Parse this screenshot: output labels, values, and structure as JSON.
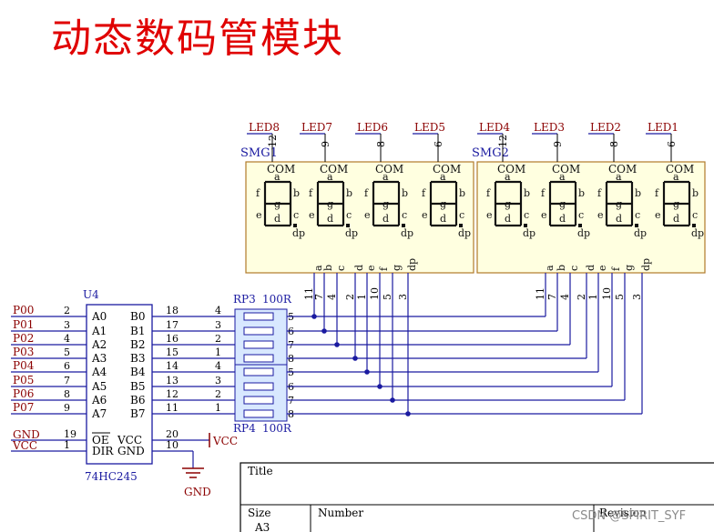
{
  "title": "动态数码管模块",
  "watermark": "CSDN @SPIRIT_SYF",
  "colors": {
    "title": "#e00000",
    "wire": "#1a1aa0",
    "pin": "#000000",
    "net_label": "#8b0000",
    "display_fill": "#ffffe0",
    "display_border": "#b07a2a",
    "resnet_fill": "#d8e8ff"
  },
  "displays": [
    {
      "ref": "SMG1",
      "led_labels": [
        "LED8",
        "LED7",
        "LED6",
        "LED5"
      ],
      "com_pins": [
        "12",
        "9",
        "8",
        "6"
      ],
      "com_label": "COM",
      "seg_labels": [
        "a",
        "b",
        "c",
        "d",
        "e",
        "f",
        "g",
        "dp"
      ],
      "seg_pins": [
        "11",
        "7",
        "4",
        "2",
        "1",
        "10",
        "5",
        "3"
      ]
    },
    {
      "ref": "SMG2",
      "led_labels": [
        "LED4",
        "LED3",
        "LED2",
        "LED1"
      ],
      "com_pins": [
        "12",
        "9",
        "8",
        "6"
      ],
      "com_label": "COM",
      "seg_labels": [
        "a",
        "b",
        "c",
        "d",
        "e",
        "f",
        "g",
        "dp"
      ],
      "seg_pins": [
        "11",
        "7",
        "4",
        "2",
        "1",
        "10",
        "5",
        "3"
      ]
    }
  ],
  "digit_glyph": {
    "a": "a",
    "b": "b",
    "c": "c",
    "d": "d",
    "e": "e",
    "f": "f",
    "g": "g",
    "dp": "dp"
  },
  "ic": {
    "ref": "U4",
    "part": "74HC245",
    "left_pins": [
      {
        "net": "P00",
        "num": "2",
        "name": "A0"
      },
      {
        "net": "P01",
        "num": "3",
        "name": "A1"
      },
      {
        "net": "P02",
        "num": "4",
        "name": "A2"
      },
      {
        "net": "P03",
        "num": "5",
        "name": "A3"
      },
      {
        "net": "P04",
        "num": "6",
        "name": "A4"
      },
      {
        "net": "P05",
        "num": "7",
        "name": "A5"
      },
      {
        "net": "P06",
        "num": "8",
        "name": "A6"
      },
      {
        "net": "P07",
        "num": "9",
        "name": "A7"
      }
    ],
    "right_pins": [
      {
        "num": "18",
        "name": "B0"
      },
      {
        "num": "17",
        "name": "B1"
      },
      {
        "num": "16",
        "name": "B2"
      },
      {
        "num": "15",
        "name": "B3"
      },
      {
        "num": "14",
        "name": "B4"
      },
      {
        "num": "13",
        "name": "B5"
      },
      {
        "num": "12",
        "name": "B6"
      },
      {
        "num": "11",
        "name": "B7"
      }
    ],
    "ctrl_left": [
      {
        "net": "GND",
        "num": "19",
        "name": "OE"
      },
      {
        "net": "VCC",
        "num": "1",
        "name": "DIR"
      }
    ],
    "ctrl_right": [
      {
        "num": "20",
        "name": "VCC"
      },
      {
        "num": "10",
        "name": "GND"
      }
    ],
    "vcc_label": "VCC",
    "gnd_label": "GND"
  },
  "resnets": [
    {
      "ref": "RP3",
      "value": "100R",
      "left_pins": [
        "4",
        "3",
        "2",
        "1"
      ],
      "right_pins": [
        "5",
        "6",
        "7",
        "8"
      ]
    },
    {
      "ref": "RP4",
      "value": "100R",
      "left_pins": [
        "4",
        "3",
        "2",
        "1"
      ],
      "right_pins": [
        "5",
        "6",
        "7",
        "8"
      ]
    }
  ],
  "titleblock": {
    "title_label": "Title",
    "size_label": "Size",
    "number_label": "Number",
    "revision_label": "Revision",
    "size_value": "A3"
  }
}
